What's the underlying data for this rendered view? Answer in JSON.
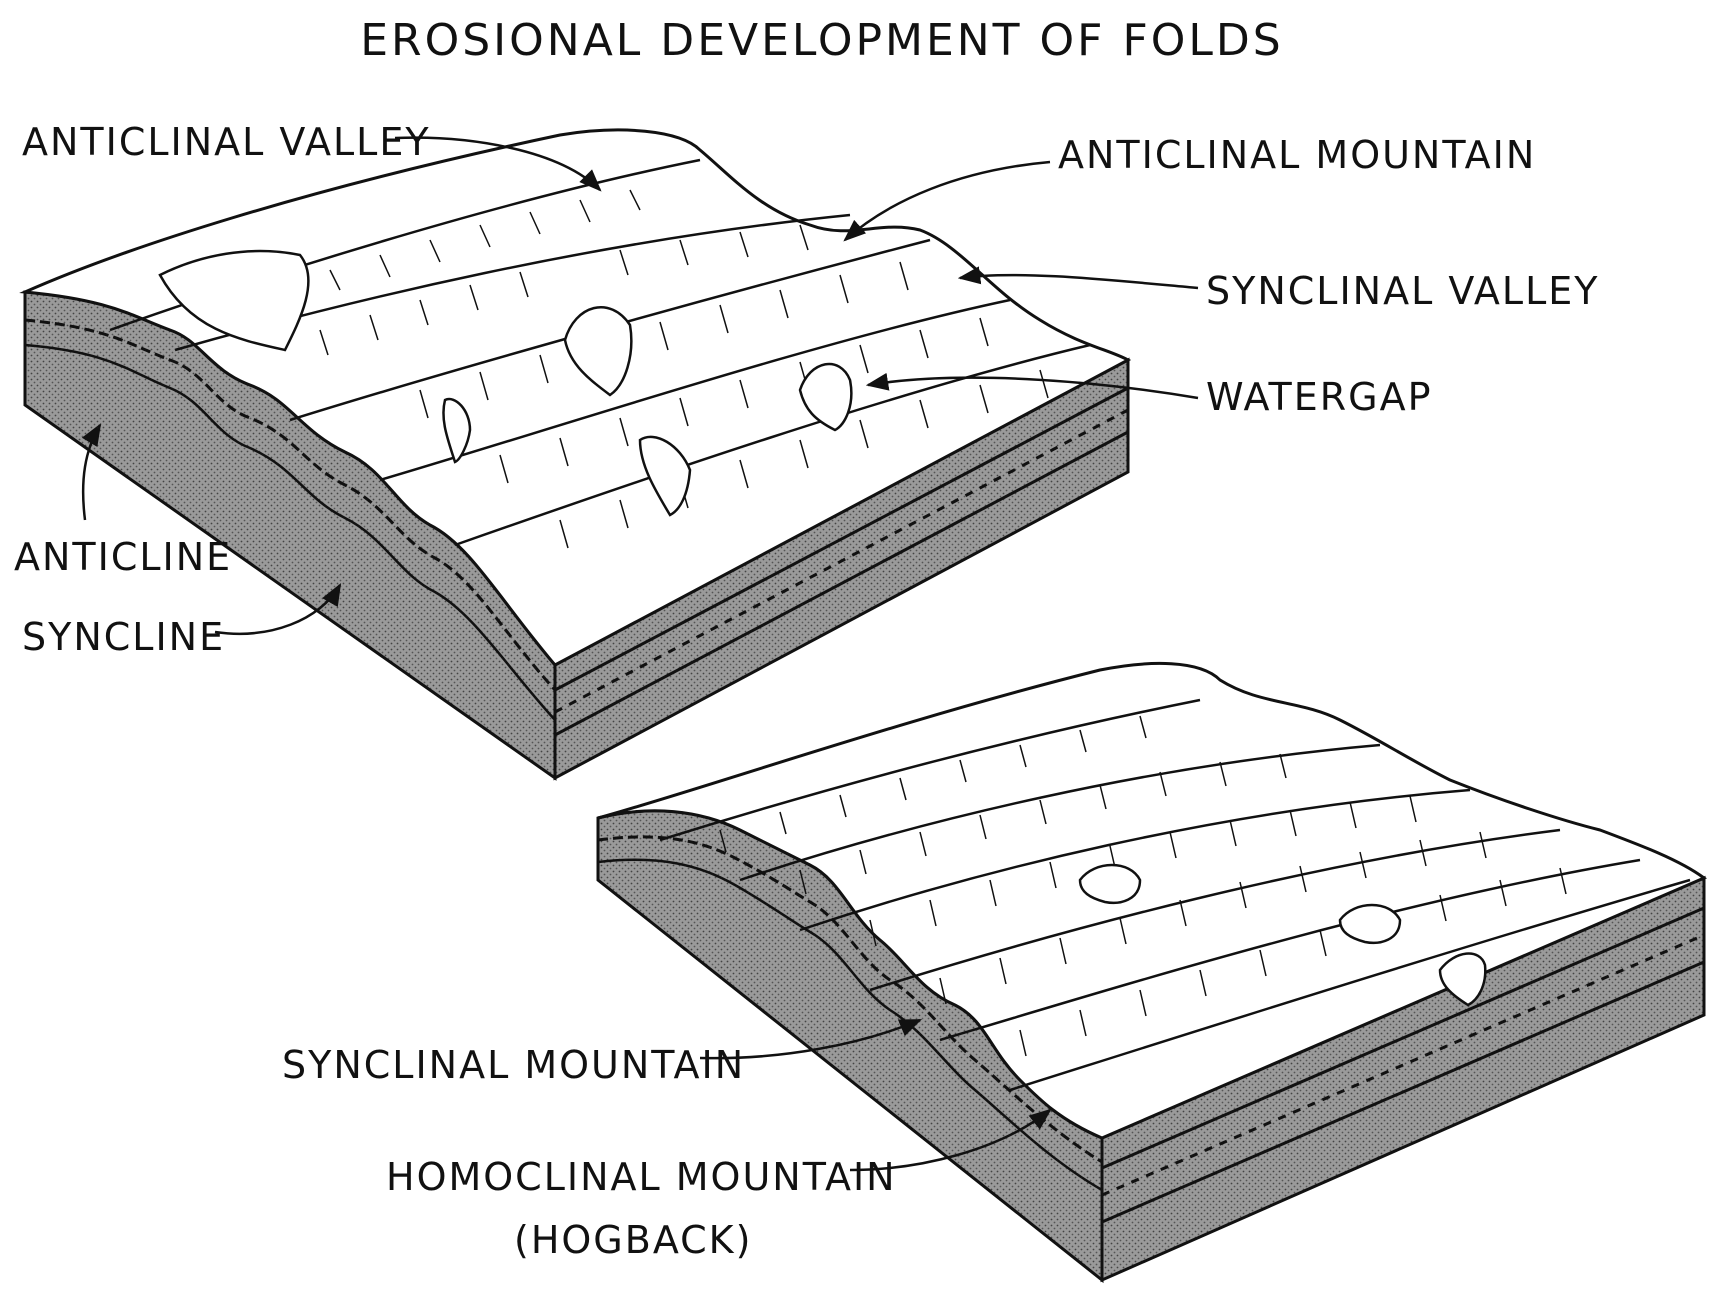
{
  "title": "EROSIONAL DEVELOPMENT OF FOLDS",
  "labels": {
    "anticlinal_valley": "ANTICLINAL VALLEY",
    "anticlinal_mountain": "ANTICLINAL MOUNTAIN",
    "synclinal_valley": "SYNCLINAL VALLEY",
    "watergap": "WATERGAP",
    "anticline": "ANTICLINE",
    "syncline": "SYNCLINE",
    "synclinal_mountain": "SYNCLINAL MOUNTAIN",
    "homoclinal_mountain": "HOMOCLINAL MOUNTAIN",
    "hogback": "(HOGBACK)"
  },
  "colors": {
    "ink": "#111111",
    "section_fill": "#8a8a8a",
    "surface_fill": "#ffffff"
  }
}
